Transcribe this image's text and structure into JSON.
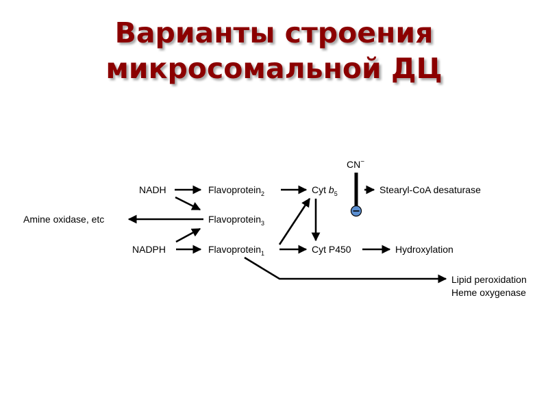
{
  "slide": {
    "title_line1": "Варианты строения",
    "title_line2": "микросомальной ДЦ"
  },
  "diagram": {
    "nodes": {
      "nadh": "NADH",
      "nadph": "NADPH",
      "flavoprotein2": {
        "base": "Flavoprotein",
        "sub": "2"
      },
      "flavoprotein3": {
        "base": "Flavoprotein",
        "sub": "3"
      },
      "flavoprotein1": {
        "base": "Flavoprotein",
        "sub": "1"
      },
      "cyt_b5": {
        "base": "Cyt ",
        "italic": "b",
        "sub": "5"
      },
      "cyt_p450": "Cyt P450",
      "stearyl_coa": "Stearyl-CoA desaturase",
      "amine_oxidase": "Amine oxidase, etc",
      "hydroxylation": "Hydroxylation",
      "lipid_peroxidation": "Lipid peroxidation",
      "heme_oxygenase": "Heme oxygenase"
    },
    "inhibitor": {
      "label": "CN",
      "superscript": "−",
      "sign": "−"
    },
    "colors": {
      "title": "#8b0000",
      "inhibitor_fill": "#5b8fd1"
    }
  }
}
